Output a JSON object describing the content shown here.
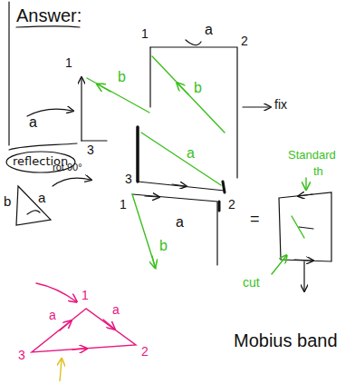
{
  "diagram": {
    "title": "Answer:",
    "nodes": [
      {
        "text": [
          "reflection"
        ]
      }
    ],
    "labels": [
      "a",
      "1",
      "2",
      "1",
      "b",
      "b",
      "fix",
      "a",
      "3",
      "b",
      "a",
      "rot 90°",
      "3",
      "a",
      "1",
      "2",
      "a",
      "b",
      "=",
      "Standard",
      "th",
      "cut",
      "Mobius band",
      "1",
      "a",
      "a",
      "3",
      "2"
    ]
  }
}
